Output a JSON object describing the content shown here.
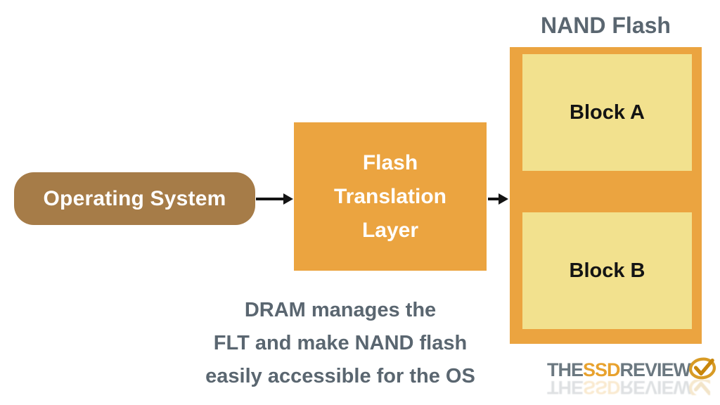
{
  "diagram": {
    "os_box": {
      "label": "Operating System"
    },
    "ftl_box": {
      "label": "Flash Translation Layer"
    },
    "nand": {
      "title": "NAND Flash",
      "blocks": [
        {
          "label": "Block A"
        },
        {
          "label": "Block B"
        }
      ]
    },
    "caption": {
      "line1": "DRAM manages the",
      "line2": "FLT and make NAND flash",
      "line3": "easily accessible for the OS"
    }
  },
  "logo": {
    "part_the": "THE",
    "part_ssd": "SSD",
    "part_review": "REVIEW"
  },
  "colors": {
    "os_box_brown": "#A67C48",
    "box_orange": "#EBA440",
    "block_yellow": "#F2E18E",
    "text_slate": "#5A6670",
    "arrow_black": "#141414",
    "logo_gray": "#6B7880",
    "logo_gold": "#E8A22E",
    "background": "#FFFFFF"
  }
}
